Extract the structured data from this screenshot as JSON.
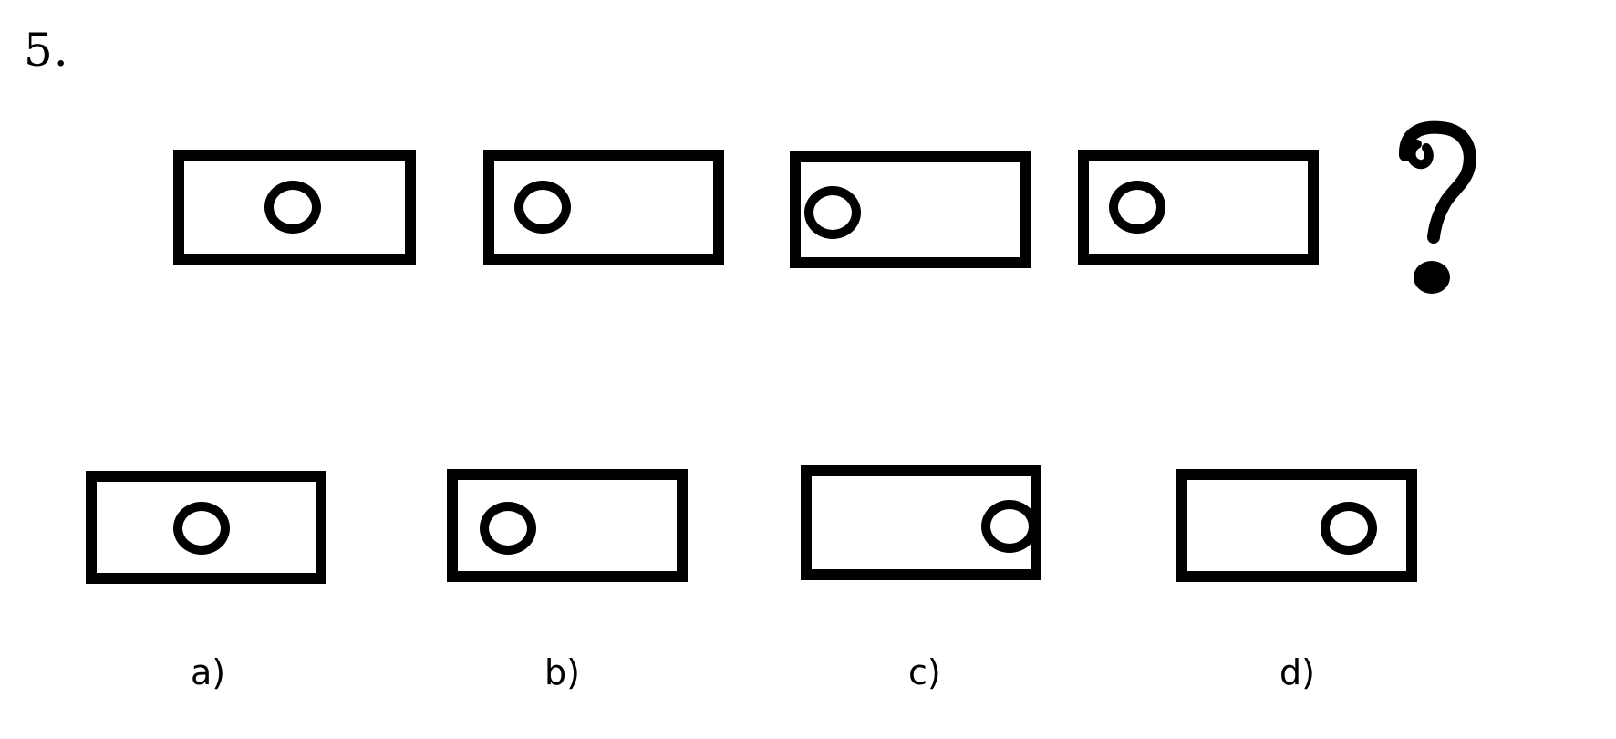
{
  "question_number": "5.",
  "sequence": {
    "frames": [
      {
        "id": "frame-1",
        "dot_position": "center"
      },
      {
        "id": "frame-2",
        "dot_position": "left"
      },
      {
        "id": "frame-3",
        "dot_position": "left-edge"
      },
      {
        "id": "frame-4",
        "dot_position": "left"
      }
    ],
    "unknown_icon": "question-mark-icon"
  },
  "options": [
    {
      "label": "a)",
      "dot_position": "center"
    },
    {
      "label": "b)",
      "dot_position": "left"
    },
    {
      "label": "c)",
      "dot_position": "right-edge"
    },
    {
      "label": "d)",
      "dot_position": "right"
    }
  ]
}
